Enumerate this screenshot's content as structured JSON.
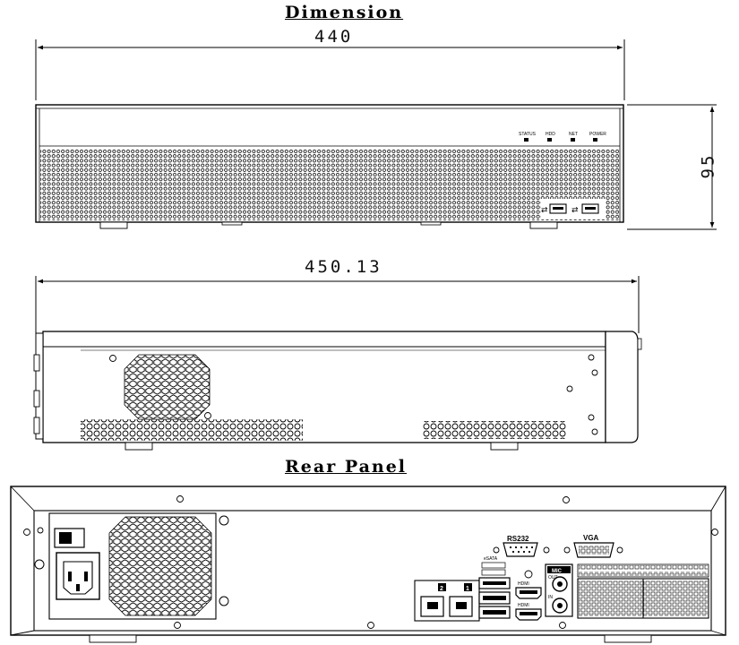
{
  "headings": {
    "dimension": "Dimension",
    "rear_panel": "Rear Panel"
  },
  "dimensions": {
    "front_width": "440",
    "height": "95",
    "side_depth": "450.13"
  },
  "front_panel": {
    "indicators": [
      "STATUS",
      "HDD",
      "NET",
      "POWER"
    ]
  },
  "rear_panel": {
    "labels": {
      "serial": "RS232",
      "vga": "VGA",
      "esata": "eSATA",
      "mic": "MIC",
      "mic_out": "OUT",
      "mic_in": "IN",
      "hdmi": "HDMI",
      "lan_1": "1",
      "lan_2": "2"
    }
  }
}
